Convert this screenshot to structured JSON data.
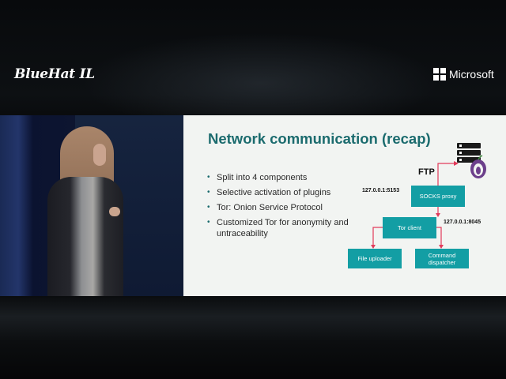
{
  "branding": {
    "left_logo": "BlueHat IL",
    "right_logo": "Microsoft"
  },
  "slide": {
    "title": "Network communication (recap)",
    "bullets": [
      "Split into 4 components",
      "Selective activation of plugins",
      "Tor: Onion Service Protocol",
      "Customized Tor for anonymity and untraceability"
    ],
    "diagram": {
      "ftp_label": "FTP",
      "socks_address": "127.0.0.1:5153",
      "tor_address": "127.0.0.1:8045",
      "boxes": {
        "socks_proxy": "SOCKS proxy",
        "tor_client": "Tor client",
        "file_uploader": "File uploader",
        "command_dispatcher": "Command dispatcher"
      },
      "arrow_color": "#e23b5b",
      "box_color": "#139ea4",
      "icons": [
        "server-icon",
        "tor-onion-icon"
      ]
    }
  },
  "colors": {
    "title": "#1b6b6e",
    "slide_bg": "#f2f4f2"
  }
}
